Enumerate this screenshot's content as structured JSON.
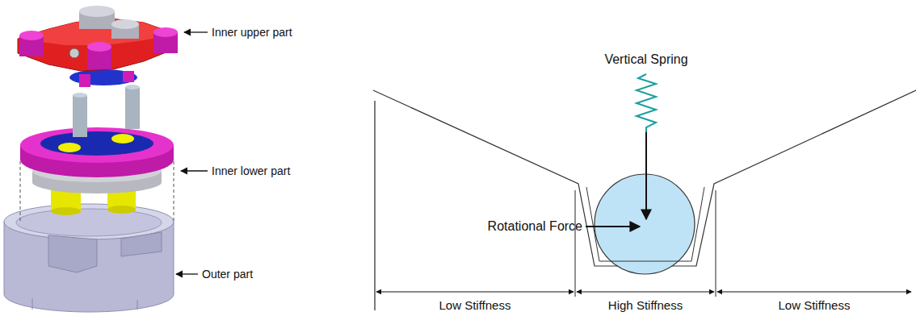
{
  "diagram": {
    "labels": [
      "Inner upper part",
      "Inner lower part",
      "Outer part",
      "Vertical Spring",
      "Rotational Force",
      "Low Stiffness",
      "High Stiffness",
      "Low Stiffness"
    ]
  }
}
